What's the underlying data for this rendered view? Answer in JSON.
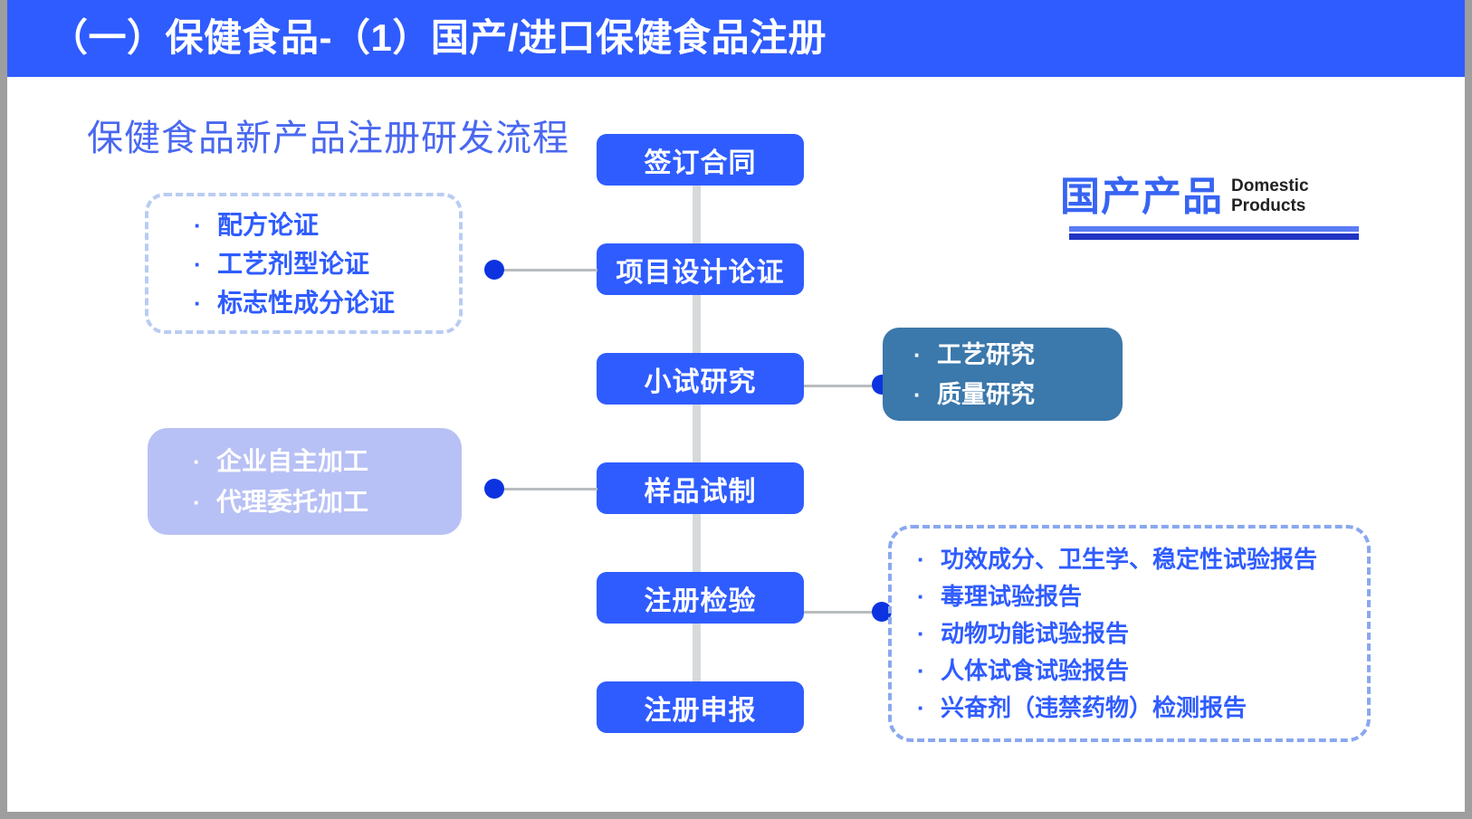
{
  "header": {
    "title": "（一）保健食品-（1）国产/进口保健食品注册",
    "bar_color": "#2f5cff"
  },
  "subtitle": "保健食品新产品注册研发流程",
  "flow": {
    "spine_color": "#d7d9db",
    "box_color": "#2f5cff",
    "steps": [
      {
        "label": "签订合同"
      },
      {
        "label": "项目设计论证"
      },
      {
        "label": "小试研究"
      },
      {
        "label": "样品试制"
      },
      {
        "label": "注册检验"
      },
      {
        "label": "注册申报"
      }
    ]
  },
  "cards": {
    "formula": {
      "style": "dashed",
      "border_color": "#b9ccf2",
      "text_color": "#2f5cff",
      "bullet": "·",
      "items": [
        "配方论证",
        "工艺剂型论证",
        "标志性成分论证"
      ]
    },
    "processing": {
      "style": "solid",
      "fill_color": "#b8c1f5",
      "text_color": "#ffffff",
      "bullet": "·",
      "items": [
        "企业自主加工",
        "代理委托加工"
      ]
    },
    "research": {
      "style": "solid",
      "fill_color": "#3b78ab",
      "text_color": "#ffffff",
      "bullet": "·",
      "items": [
        "工艺研究",
        "质量研究"
      ]
    },
    "reports": {
      "style": "dashed",
      "border_color": "#8aa8f0",
      "text_color": "#2f5cff",
      "bullet": "·",
      "items": [
        "功效成分、卫生学、稳定性试验报告",
        "毒理试验报告",
        "动物功能试验报告",
        "人体试食试验报告",
        "兴奋剂（违禁药物）检测报告"
      ]
    }
  },
  "badge": {
    "chinese": "国产产品",
    "english_line1": "Domestic",
    "english_line2": "Products",
    "accent_color": "#3764f2",
    "rule_light_color": "#5b7cf5",
    "rule_dark_color": "#2134c4"
  },
  "connectors": {
    "dot_color": "#0d33e0",
    "line_color": "#b9bcbf"
  }
}
